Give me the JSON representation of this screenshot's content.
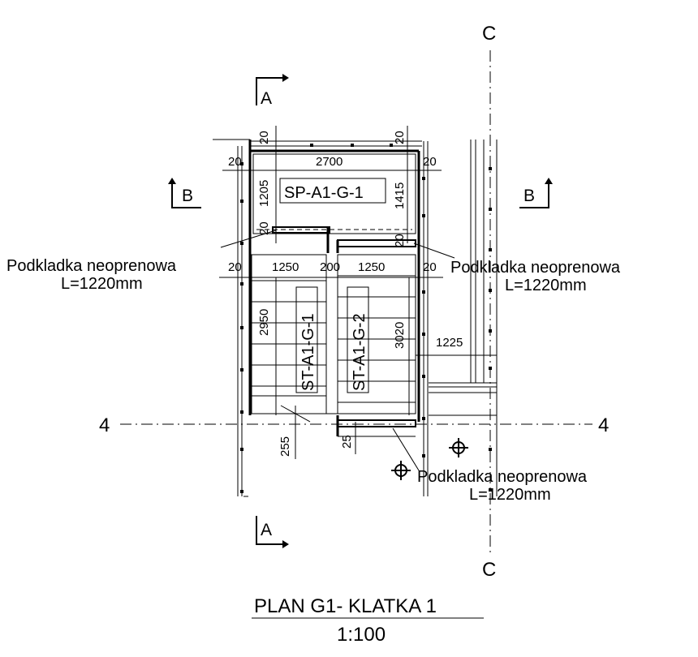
{
  "title": "PLAN G1- KLATKA 1",
  "scale": "1:100",
  "axes": {
    "c_top": "C",
    "c_bottom": "C",
    "four_left": "4",
    "four_right": "4"
  },
  "section_marks": {
    "a_top": "A",
    "a_bottom": "A",
    "b_left": "B",
    "b_right": "B"
  },
  "elements": {
    "slab": "SP-A1-G-1",
    "stair_1": "ST-A1-G-1",
    "stair_2": "ST-A1-G-2"
  },
  "notes": {
    "left_line1": "Podkladka neoprenowa",
    "left_line2": "L=1220mm",
    "right_line1": "Podkladka neoprenowa",
    "right_line2": "L=1220mm",
    "bottom_line1": "Podkladka neoprenowa",
    "bottom_line2": "L=1220mm"
  },
  "dimensions": {
    "d_20_top_left": "20",
    "d_20_top_right": "20",
    "d_20_left": "20",
    "d_20_right": "20",
    "d_2700": "2700",
    "d_1205": "1205",
    "d_1415": "1415",
    "d_20_mid_left": "20",
    "d_20_mid_right": "20",
    "d_20_row": "20",
    "d_1250_a": "1250",
    "d_200": "200",
    "d_1250_b": "1250",
    "d_20_row_end": "20",
    "d_2950": "2950",
    "d_3020": "3020",
    "d_1225": "1225",
    "d_255": "255",
    "d_25": "25"
  }
}
